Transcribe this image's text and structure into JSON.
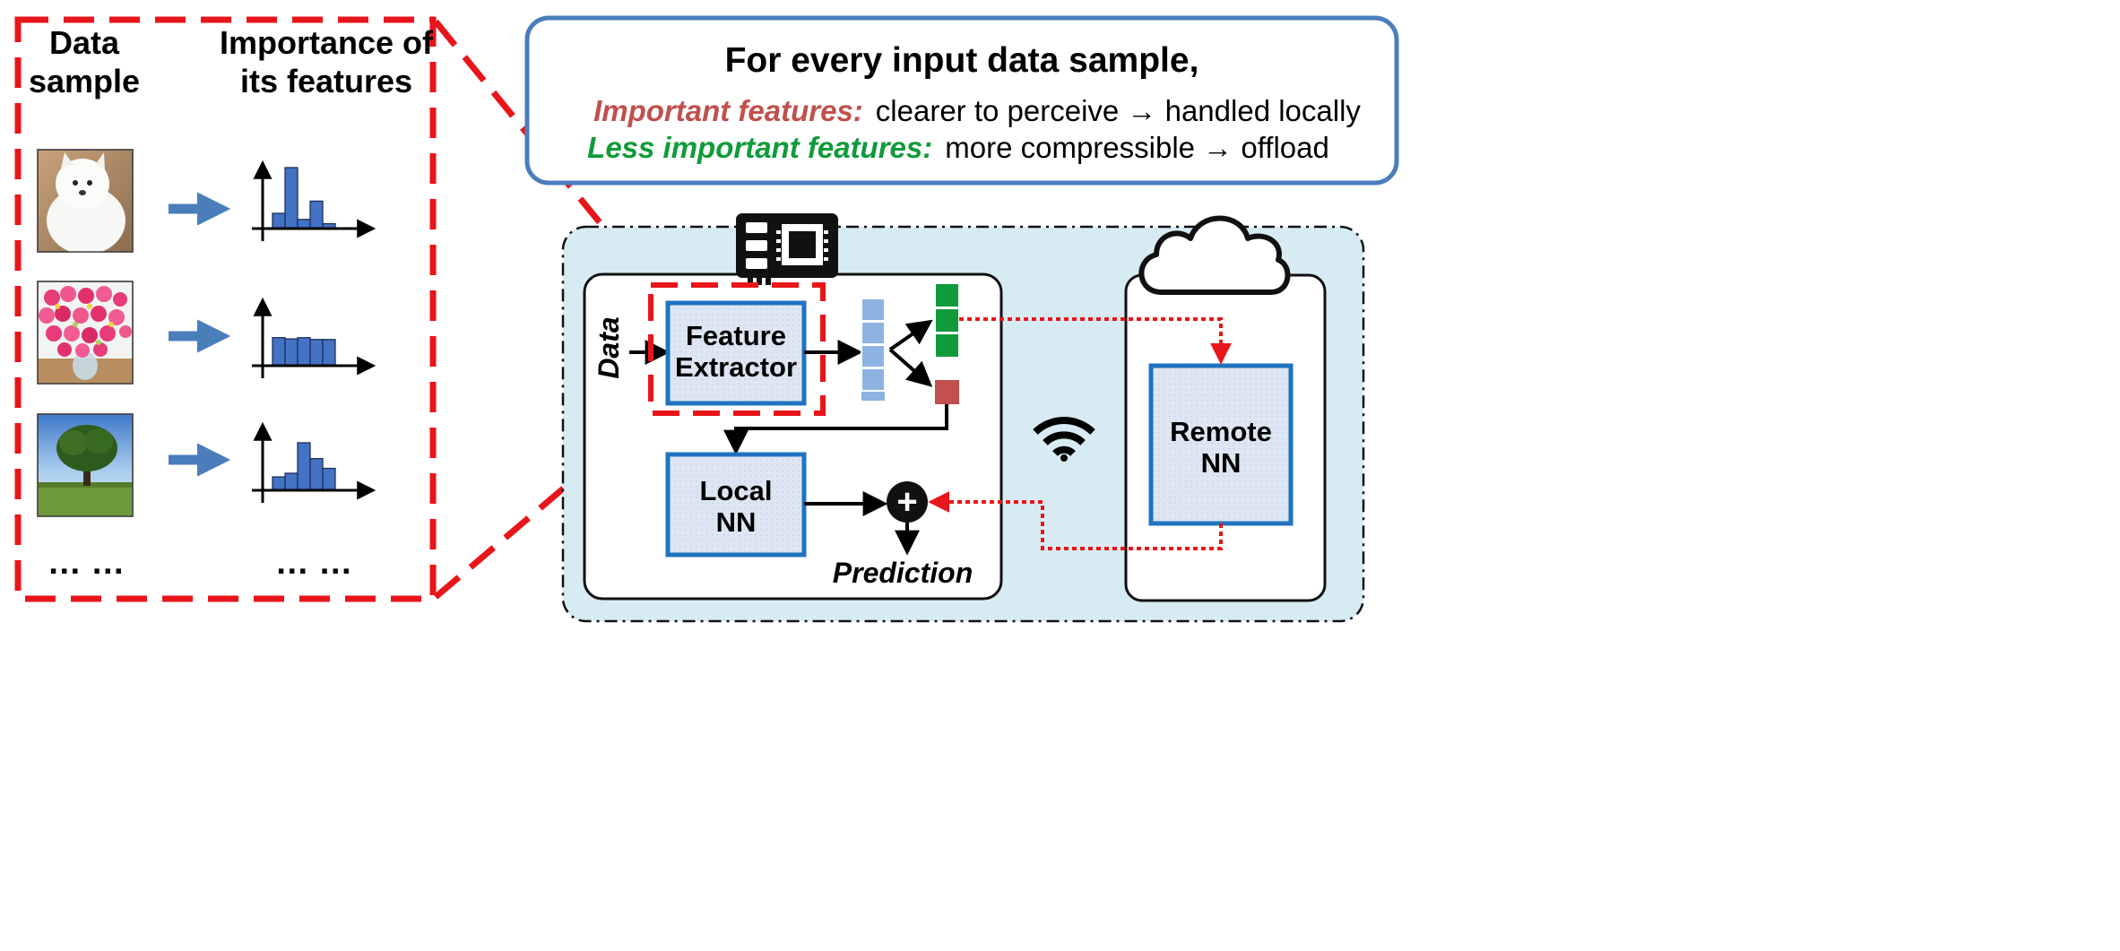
{
  "left_panel": {
    "col1_title_line1": "Data",
    "col1_title_line2": "sample",
    "col2_title_line1": "Importance of",
    "col2_title_line2": "its features",
    "ellipsis_left": "… …",
    "ellipsis_right": "… …",
    "samples": [
      {
        "image": "white puppy photo",
        "histogram": [
          0.25,
          1.0,
          0.15,
          0.45,
          0.08
        ]
      },
      {
        "image": "pink flower bouquet photo",
        "histogram": [
          0.46,
          0.44,
          0.46,
          0.43,
          0.43
        ]
      },
      {
        "image": "tree on field photo",
        "histogram": [
          0.22,
          0.28,
          0.78,
          0.52,
          0.36
        ]
      }
    ]
  },
  "callout": {
    "title": "For every input data sample,",
    "important_label": "Important features:",
    "important_text": "clearer to perceive → handled locally",
    "less_label": "Less important features:",
    "less_text": "more compressible → offload"
  },
  "system": {
    "data_label": "Data",
    "feature_extractor_line1": "Feature",
    "feature_extractor_line2": "Extractor",
    "local_nn_line1": "Local",
    "local_nn_line2": "NN",
    "remote_nn_line1": "Remote",
    "remote_nn_line2": "NN",
    "plus_symbol": "+",
    "prediction_label": "Prediction"
  },
  "icons": [
    "chip-icon",
    "cloud-icon",
    "wifi-icon",
    "aggregate-plus-icon"
  ],
  "colors": {
    "dashed_red": "#e8151b",
    "important_red": "#c0504d",
    "less_green": "#0f9b3a",
    "callout_border": "#4a7ebb",
    "module_border": "#1f73c0",
    "module_fill": "#dde6f2",
    "system_bg": "#d7ebf3",
    "histogram_bar": "#4472c4",
    "arrow_blue": "#4a7ebb",
    "feature_blue": "#8db3e2",
    "feature_green": "#0f9b3a",
    "feature_red": "#c0504d"
  }
}
